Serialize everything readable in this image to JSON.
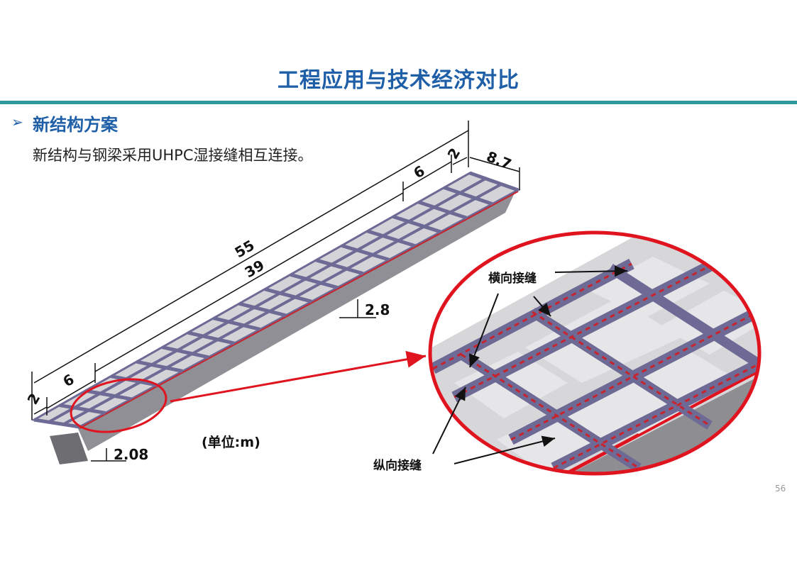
{
  "slide": {
    "title": "工程应用与技术经济对比",
    "section_marker": "➢",
    "section_title": "新结构方案",
    "description": "新结构与钢梁采用UHPC湿接缝相互连接。",
    "page_number": "56"
  },
  "figure": {
    "dimensions": {
      "total_length": "55",
      "middle_length": "39",
      "end_segment_left": "6",
      "end_segment_right": "6",
      "end_small_left": "2",
      "end_small_right": "2",
      "width": "8.7",
      "depth_mid": "2.8",
      "depth_end": "2.08"
    },
    "unit_label": "(单位:m)",
    "callouts": {
      "transverse_joint": "横向接缝",
      "longitudinal_joint": "纵向接缝"
    },
    "colors": {
      "accent_blue": "#1e5fa8",
      "rule_teal": "#2e9a9e",
      "highlight_red": "#e0141e",
      "joint_purple": "#6e6a96",
      "panel_gray": "#d9d9dc"
    }
  }
}
